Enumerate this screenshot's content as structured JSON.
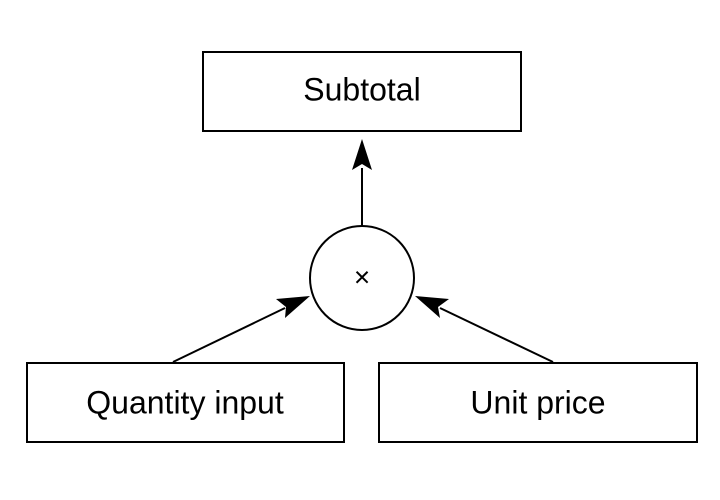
{
  "nodes": {
    "subtotal": {
      "label": "Subtotal"
    },
    "quantity": {
      "label": "Quantity input"
    },
    "unit_price": {
      "label": "Unit price"
    },
    "operator": {
      "symbol": "×"
    }
  },
  "edges": [
    {
      "from": "operator",
      "to": "subtotal"
    },
    {
      "from": "quantity",
      "to": "operator"
    },
    {
      "from": "unit_price",
      "to": "operator"
    }
  ],
  "colors": {
    "stroke": "#000000",
    "background": "#ffffff"
  }
}
